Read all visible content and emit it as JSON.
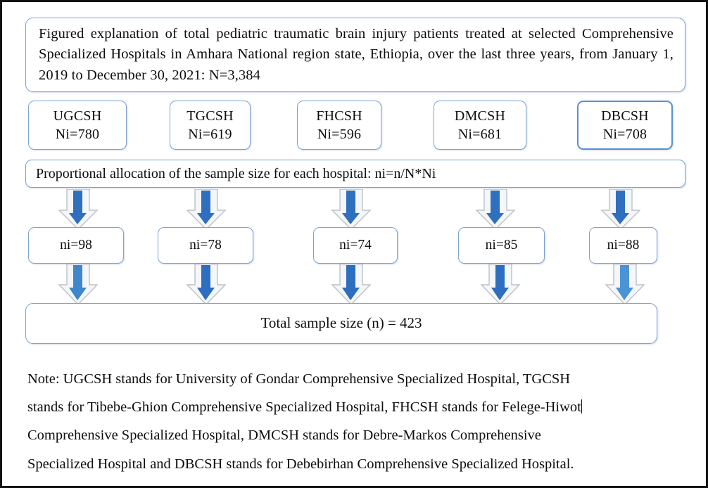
{
  "figure": {
    "header": "Figured explanation of total pediatric traumatic brain injury patients treated at selected Comprehensive Specialized Hospitals in Amhara National region state, Ethiopia, over the last three years, from January 1, 2019 to December 30, 2021: N=3,384",
    "allocation": "Proportional allocation of the sample size for each hospital: ni=n/N*Ni",
    "total": "Total sample size (n) = 423",
    "hospitals": [
      {
        "name": "UGCSH",
        "population": "Ni=780",
        "sample": "ni=98"
      },
      {
        "name": "TGCSH",
        "population": "Ni=619",
        "sample": "ni=78"
      },
      {
        "name": "FHCSH",
        "population": "Ni=596",
        "sample": "ni=74"
      },
      {
        "name": "DMCSH",
        "population": "Ni=681",
        "sample": "ni=85"
      },
      {
        "name": "DBCSH",
        "population": "Ni=708",
        "sample": "ni=88"
      }
    ],
    "note_lines": [
      "Note: UGCSH stands for University of Gondar Comprehensive Specialized Hospital, TGCSH",
      "stands for Tibebe-Ghion Comprehensive Specialized Hospital, FHCSH stands for Felege-Hiwot",
      "Comprehensive Specialized Hospital, DMCSH stands for Debre-Markos Comprehensive",
      "Specialized Hospital and  DBCSH stands for Debebirhan Comprehensive Specialized Hospital."
    ],
    "totals": {
      "population_total": "N=3,384",
      "sample_total": "n = 423"
    },
    "colors": {
      "box_border": "#7ba3d4",
      "arrow_shaft": "#2e6fc0",
      "arrow_outline": "#bcc4cc",
      "frame": "#111111",
      "text": "#0d0d0d"
    }
  }
}
